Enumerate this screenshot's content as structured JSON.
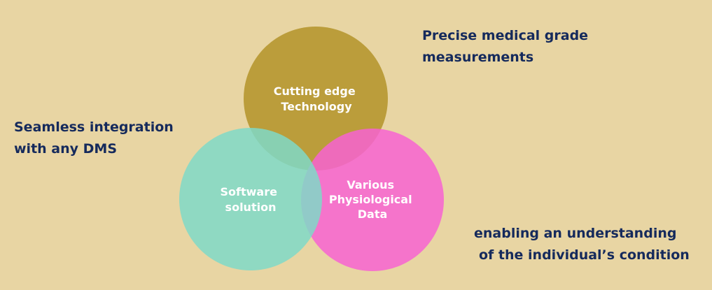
{
  "colors": {
    "background": "#e8d5a3",
    "text": "#152a5c",
    "circle_technology": "#b89a36",
    "circle_software": "#7fd9c8",
    "circle_data": "#f763d2"
  },
  "circles": {
    "technology": {
      "lines": [
        "Cutting edge",
        "Technology"
      ]
    },
    "software": {
      "lines": [
        "Software",
        "solution"
      ]
    },
    "data": {
      "lines": [
        "Various",
        "Physiological",
        "Data"
      ]
    }
  },
  "captions": {
    "top_right": {
      "lines": [
        "Precise medical grade",
        "measurements"
      ]
    },
    "left": {
      "lines": [
        "Seamless integration",
        "with any DMS"
      ]
    },
    "bottom_right": {
      "lines": [
        "enabling an understanding",
        "of the individual’s condition"
      ]
    }
  }
}
